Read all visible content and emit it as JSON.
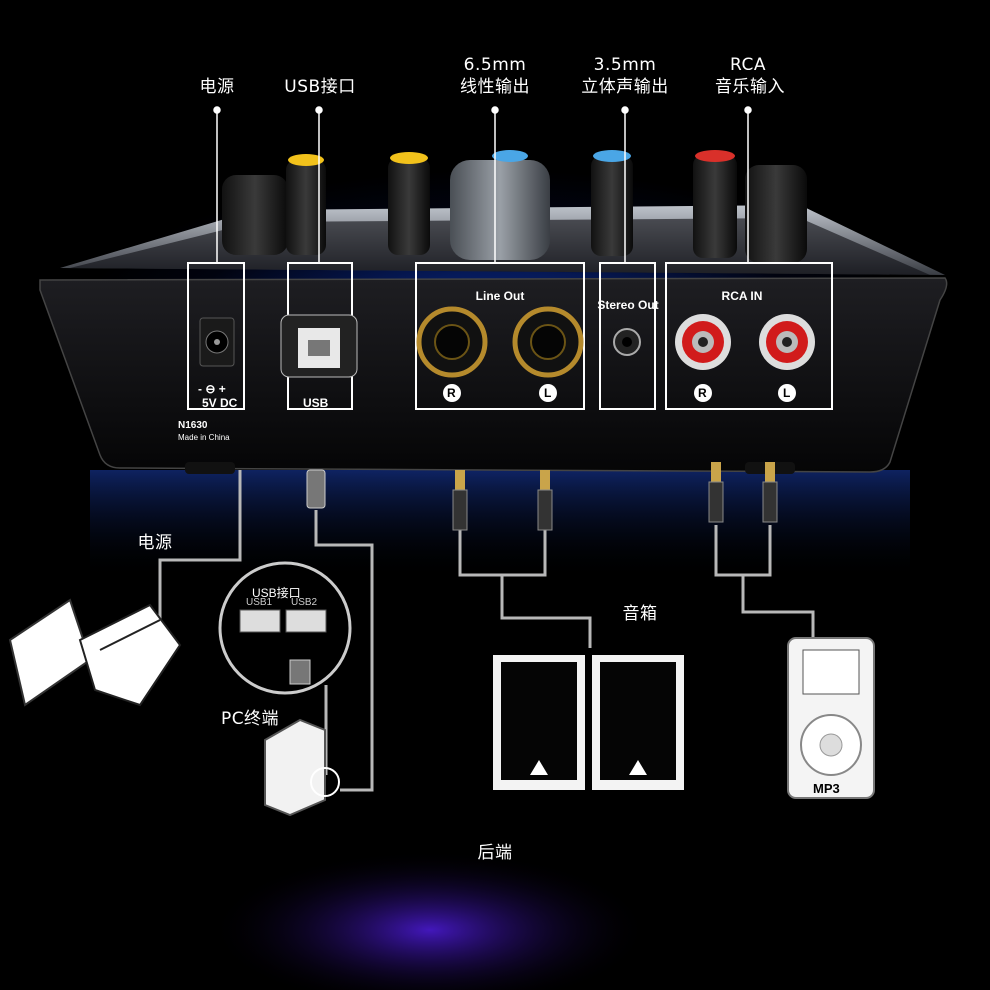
{
  "top_labels": {
    "power": "电源",
    "usb": "USB接口",
    "line_out_1": "6.5mm",
    "line_out_2": "线性输出",
    "stereo_out_1": "3.5mm",
    "stereo_out_2": "立体声输出",
    "rca_1": "RCA",
    "rca_2": "音乐输入"
  },
  "panel": {
    "line_out": "Line Out",
    "stereo_out": "Stereo Out",
    "rca_in": "RCA IN",
    "right": "R",
    "left": "L",
    "dc_label": "5V DC",
    "dc_polarity": "- ⊖ +",
    "usb_label": "USB",
    "cert": "N1630",
    "made_in": "Made in China"
  },
  "bottom_labels": {
    "power": "电源",
    "usb_port": "USB接口",
    "usb1": "USB1",
    "usb2": "USB2",
    "pc": "PC终端",
    "speakers": "音箱",
    "mp3": "MP3",
    "rear": "后端"
  },
  "colors": {
    "accent_blue": "#1a4dd8",
    "knob_yellow": "#f2c21b",
    "knob_blue": "#4aa6e6",
    "knob_red": "#d9302a",
    "rca_red": "#d11b1b"
  }
}
